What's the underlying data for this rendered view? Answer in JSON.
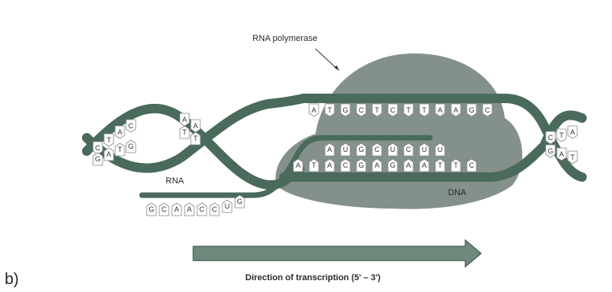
{
  "panel_label": "b)",
  "labels": {
    "rna_polymerase": "RNA polymerase",
    "rna": "RNA",
    "dna": "DNA",
    "direction": "Direction of transcription (5' – 3')"
  },
  "colors": {
    "strand": "#4a6a5c",
    "polymerase": "#6f7e76",
    "arrow_fill": "#6f8a7d",
    "tile": "#ffffff"
  },
  "bases": {
    "left_upper": [
      "C",
      "T",
      "A",
      "C"
    ],
    "left_lower": [
      "G",
      "A",
      "T",
      "G"
    ],
    "mid_upper": [
      "A",
      "A"
    ],
    "mid_lower": [
      "T",
      "T"
    ],
    "bubble_top": [
      "A",
      "T",
      "G",
      "C",
      "T",
      "C",
      "T",
      "T",
      "A",
      "A",
      "G",
      "C"
    ],
    "bubble_rna": [
      "A",
      "U",
      "G",
      "C",
      "U",
      "C",
      "U",
      "U"
    ],
    "bubble_bottom": [
      "A",
      "T",
      "A",
      "C",
      "G",
      "A",
      "G",
      "A",
      "A",
      "T",
      "T",
      "C"
    ],
    "rna_tail": [
      "G",
      "C",
      "A",
      "A",
      "C",
      "C",
      "U",
      "G"
    ],
    "right_end": [
      "C",
      "T",
      "A",
      "G",
      "A",
      "T"
    ]
  }
}
